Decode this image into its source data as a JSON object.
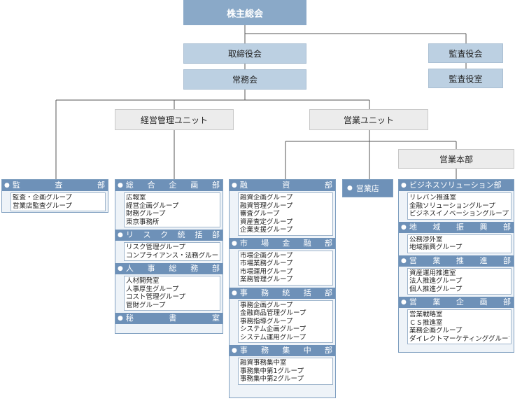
{
  "top": {
    "shareholders": "株主総会",
    "board": "取締役会",
    "managing": "常務会",
    "auditors": "監査役会",
    "auditor_office": "監査役室"
  },
  "units": {
    "management": "経営管理ユニット",
    "sales": "営業ユニット",
    "sales_hq": "営業本部"
  },
  "audit": {
    "header": [
      "監",
      "査",
      "部"
    ],
    "items": [
      "監査・企画グループ",
      "営業店監査グループ"
    ]
  },
  "management_depts": [
    {
      "chars": [
        "総",
        "合",
        "企",
        "画",
        "部"
      ],
      "items": [
        "広報室",
        "経営企画グループ",
        "財務グループ",
        "東京事務所"
      ]
    },
    {
      "chars": [
        "リ",
        "ス",
        "ク",
        "統",
        "括",
        "部"
      ],
      "items": [
        "リスク管理グループ",
        "コンプライアンス・法務グループ"
      ]
    },
    {
      "chars": [
        "人",
        "事",
        "総",
        "務",
        "部"
      ],
      "items": [
        "人材開発室",
        "人事厚生グループ",
        "コスト管理グループ",
        "管財グループ"
      ]
    },
    {
      "chars": [
        "秘",
        "書",
        "室"
      ],
      "items": []
    }
  ],
  "finance_depts": [
    {
      "chars": [
        "融",
        "資",
        "部"
      ],
      "items": [
        "融資企画グループ",
        "融資管理グループ",
        "審査グループ",
        "資産査定グループ",
        "企業支援グループ"
      ]
    },
    {
      "chars": [
        "市",
        "場",
        "金",
        "融",
        "部"
      ],
      "items": [
        "市場企画グループ",
        "市場業務グループ",
        "市場運用グループ",
        "業務管理グループ"
      ]
    },
    {
      "chars": [
        "事",
        "務",
        "統",
        "括",
        "部"
      ],
      "items": [
        "事務企画グループ",
        "金融商品管理グループ",
        "事務指導グループ",
        "システム企画グループ",
        "システム運用グループ"
      ]
    },
    {
      "chars": [
        "事",
        "務",
        "集",
        "中",
        "部"
      ],
      "items": [
        "融資事務集中室",
        "事務集中第1グループ",
        "事務集中第2グループ"
      ]
    }
  ],
  "branch": {
    "label": "営業店"
  },
  "sales_depts": [
    {
      "chars": [
        "ビジネスソリューション部"
      ],
      "items": [
        "リレバン推進室",
        "金融ソリューショングループ",
        "ビジネスイノベーショングループ"
      ]
    },
    {
      "chars": [
        "地",
        "域",
        "振",
        "興",
        "部"
      ],
      "items": [
        "公務渉外室",
        "地域振興グループ"
      ]
    },
    {
      "chars": [
        "営",
        "業",
        "推",
        "進",
        "部"
      ],
      "items": [
        "資産運用推進室",
        "法人推進グループ",
        "個人推進グループ"
      ]
    },
    {
      "chars": [
        "営",
        "業",
        "企",
        "画",
        "部"
      ],
      "items": [
        "営業戦略室",
        "ＣＳ推進室",
        "業務企画グループ",
        "ダイレクトマーケティンググループ"
      ]
    }
  ],
  "bullet": "●"
}
